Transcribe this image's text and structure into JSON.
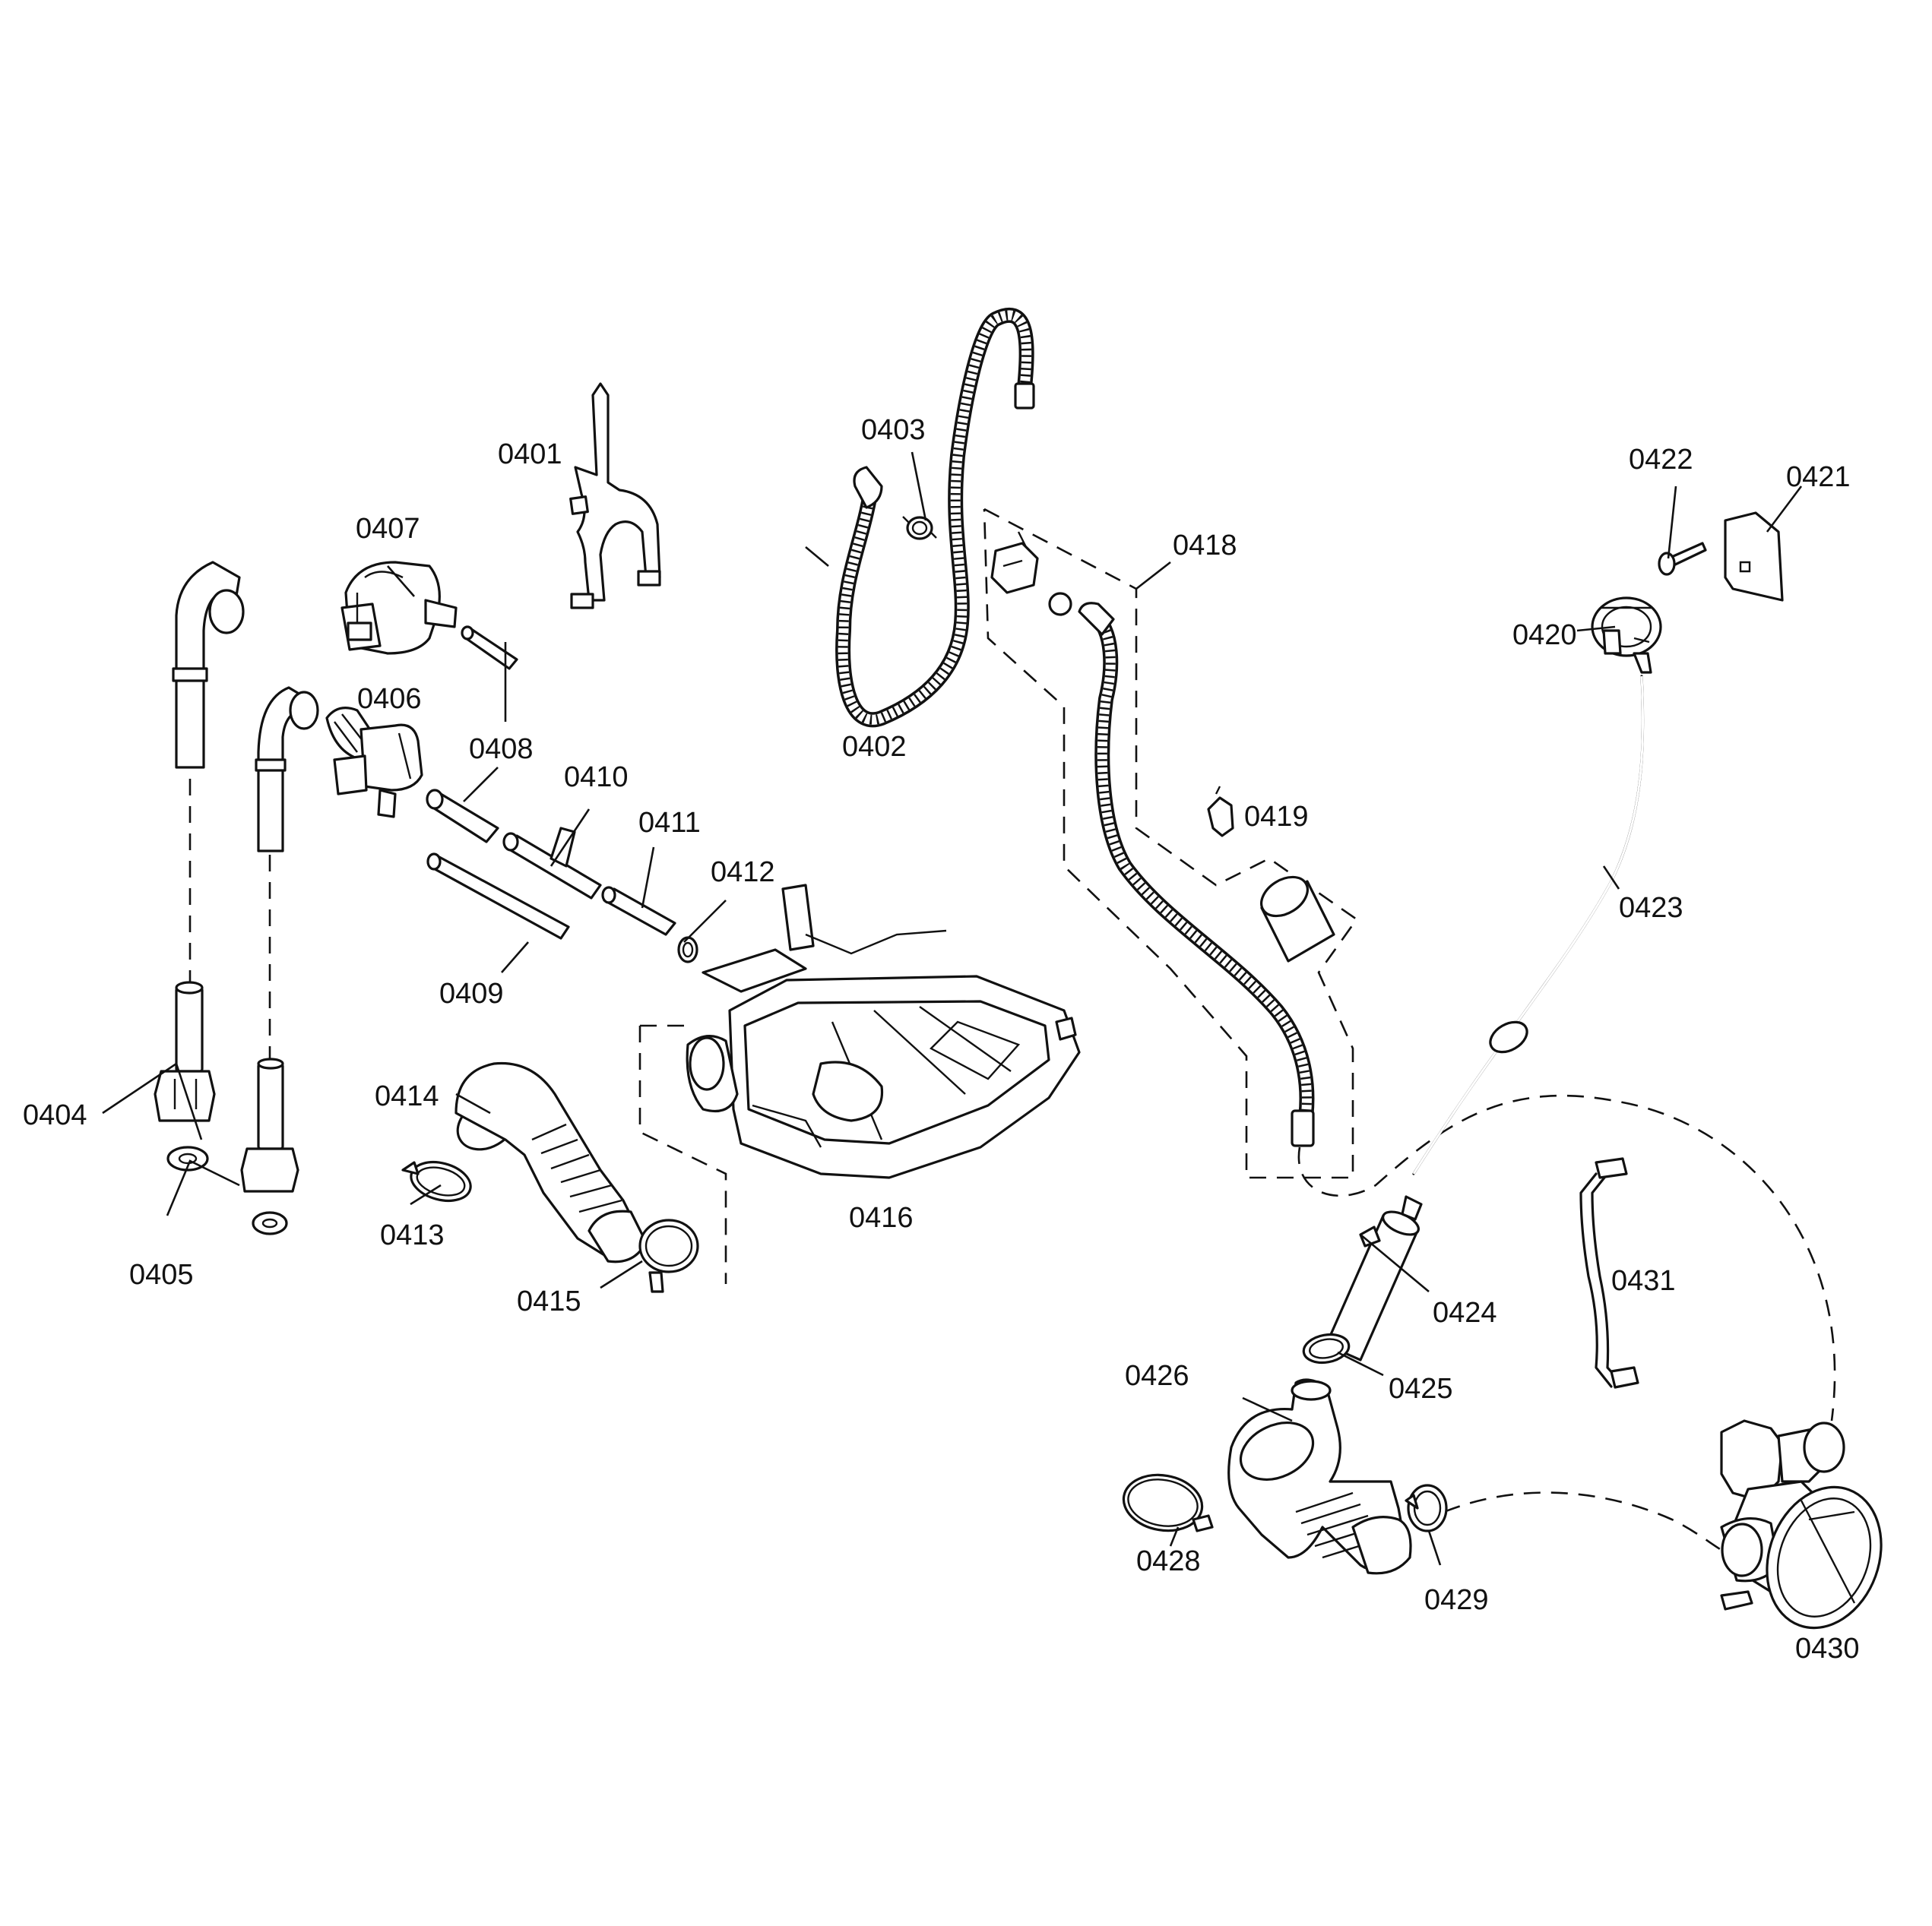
{
  "colors": {
    "line": "#111111",
    "background": "#ffffff"
  },
  "parts": {
    "p0401": "0401",
    "p0402": "0402",
    "p0403": "0403",
    "p0404": "0404",
    "p0405": "0405",
    "p0406": "0406",
    "p0407": "0407",
    "p0408": "0408",
    "p0409": "0409",
    "p0410": "0410",
    "p0411": "0411",
    "p0412": "0412",
    "p0413": "0413",
    "p0414": "0414",
    "p0415": "0415",
    "p0416": "0416",
    "p0418": "0418",
    "p0419": "0419",
    "p0420": "0420",
    "p0421": "0421",
    "p0422": "0422",
    "p0423": "0423",
    "p0424": "0424",
    "p0425": "0425",
    "p0426": "0426",
    "p0428": "0428",
    "p0429": "0429",
    "p0430": "0430",
    "p0431": "0431"
  }
}
